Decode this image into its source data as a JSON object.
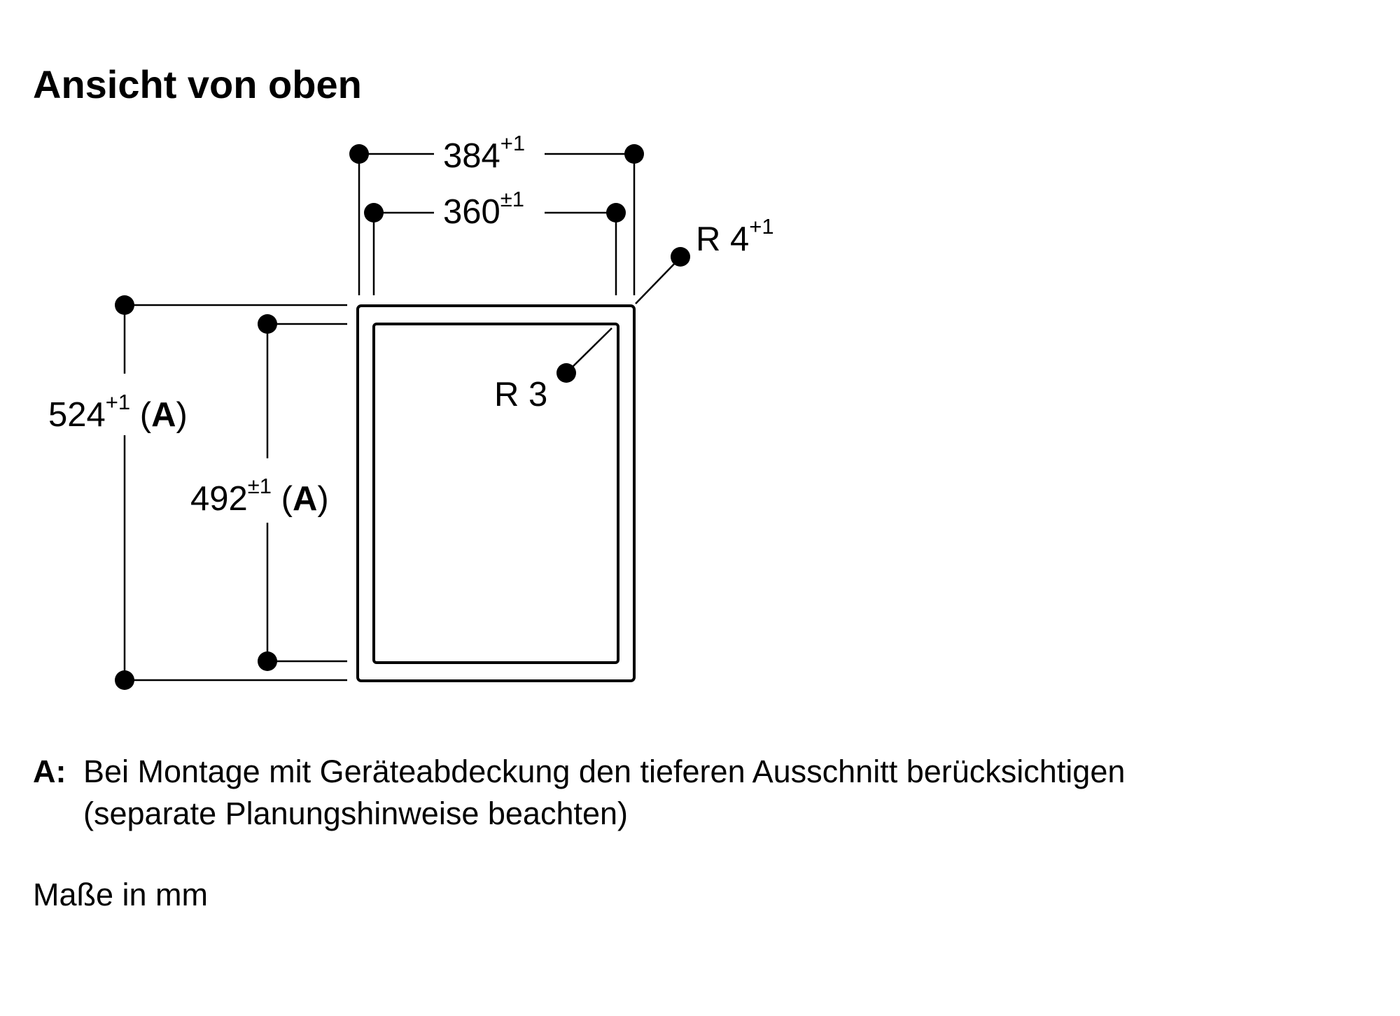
{
  "title": "Ansicht von oben",
  "dimensions": {
    "outer_width": {
      "value": "384",
      "tolerance": "+1"
    },
    "inner_width": {
      "value": "360",
      "tolerance": "±1"
    },
    "outer_radius": {
      "prefix": "R 4",
      "tolerance": "+1"
    },
    "inner_radius": {
      "label": "R 3"
    },
    "outer_height": {
      "value": "524",
      "tolerance": "+1",
      "open": " (",
      "ref": "A",
      "close": ")"
    },
    "inner_height": {
      "value": "492",
      "tolerance": "±1",
      "open": " (",
      "ref": "A",
      "close": ")"
    }
  },
  "note": {
    "key": "A:",
    "line1": "Bei Montage mit Geräteabdeckung den tieferen Ausschnitt berücksichtigen",
    "line2": "(separate Planungshinweise beachten)"
  },
  "units": "Maße in mm",
  "colors": {
    "ink": "#000000",
    "background": "#ffffff"
  }
}
